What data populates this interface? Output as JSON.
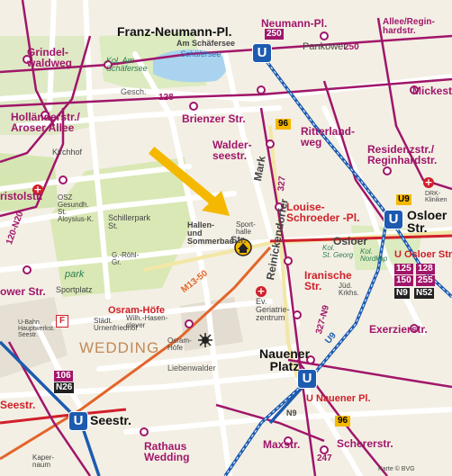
{
  "labels": {
    "franz_neumann_pl": "Franz-Neumann-Pl.",
    "am_schaefersee": "Am Schäfersee",
    "schaefersee_water": "Schäfersee",
    "kol_am_schaefersee": "Kol. Am\nSchäfersee",
    "neumann_pl": "Neumann-Pl.",
    "allee_regin": "Allee/Regin-\nhardstr.",
    "pankower": "Pankower",
    "grindelwaldweg": "Grindel-\nwaldweg",
    "mickest": "Mickest",
    "hollanderstr": "Holländerstr./\nAroser Allee",
    "brienzer": "Brienzer Str.",
    "waldeseestr": "Walder-\nseestr.",
    "ritterlandweg": "Ritterland-\nweg",
    "residenzstr": "Residenzstr./\nReginhardstr.",
    "kirchhof": "Kirchhof",
    "ristolstr": "ristolstr.",
    "louise_schroeder": "Louise-\nSchroeder -Pl.",
    "osloer_str": "Osloer\nStr.",
    "osloer_small": "Osloer",
    "u_osloer_str": "U Osloer Str.",
    "schillerpark": "Schillerpark\nSt.",
    "osz": "OSZ\nGesundh.\nSt.\nAloysius-K.",
    "hallen_sommerbad": "Hallen-\nund\nSommerbad",
    "sporthalle": "Sport-\nhalle",
    "park": "park",
    "g_roehl": "G.-Röhl-\nGr.",
    "iranische": "Iranische\nStr.",
    "ower_str": "ower Str.",
    "sportplatz": "Sportplatz",
    "osram_hoefe": "Osram-Höfe",
    "wedding": "WEDDING",
    "ev_geriatrie": "Ev.\nGeriatrie-\nzentrum",
    "exerzierstr": "Exerzierstr.",
    "nauener_platz": "Nauener\nPlatz",
    "u_nauener_pl": "U Nauener Pl.",
    "seestr_u": "Seestr.",
    "seestr_red": "Seestr.",
    "rathaus_wedding": "Rathaus\nWedding",
    "maxstr": "Maxstr.",
    "schererstr": "Schererstr.",
    "reinickendorfer": "Reinickendorfer",
    "mark_str": "Mark",
    "liebenwalder": "Liebenwalder",
    "grenzen_osram": "Osram-\nHöfe",
    "u_bahn_hw": "U-Bahn\nHauptwerkst.\nSeestr.",
    "stadt_urnenfriedhof": "Städt.\nUrnenfriedhof",
    "wilh_hasenclever": "Wilh.-Hasen-\nclever",
    "kol_nordkap": "Kol.\nNordkap",
    "jued_krkhs": "Jüd.\nKrkhs.",
    "st_georg": "Kol.\nSt. Georg",
    "drk_kliniken": "DRK-\nKliniken",
    "gesch_hm": "Gesch.",
    "kapernaum": "Kaper-\nnaum",
    "sst": "Str.",
    "m13_50": "M13-50",
    "n9": "N9",
    "n26": "N26",
    "u9": "U9",
    "r_327": "327",
    "r_128": "128",
    "r_250": "250",
    "r_120_n20": "120-N20",
    "r_247": "247",
    "r_327n9": "327-N9"
  },
  "badges": {
    "u": "U",
    "b250": "250",
    "b96_top": "96",
    "b96_bottom": "96",
    "b106": "106",
    "bn26": "N26",
    "b125": "125",
    "b128": "128",
    "b150": "150",
    "b255": "255",
    "bn9": "N9",
    "bn52": "N52",
    "bu9": "U9",
    "bf": "F"
  },
  "colors": {
    "bus_route": "#a0166a",
    "ubahn_line": "#1c5bb0",
    "tram_line": "#d0202a",
    "orange_route": "#f08a24",
    "arrow": "#f5b800",
    "park_green": "#d9e8b5",
    "water": "#a9d3ef"
  },
  "copyright": "Karte © BVG"
}
